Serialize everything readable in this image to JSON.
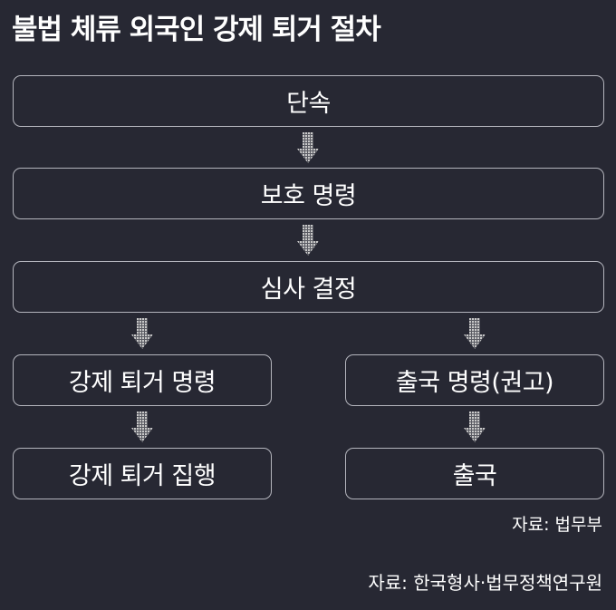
{
  "title": "불법 체류 외국인 강제 퇴거 절차",
  "steps": {
    "crackdown": "단속",
    "protection_order": "보호 명령",
    "review_decision": "심사 결정",
    "deportation_order": "강제 퇴거 명령",
    "departure_order": "출국 명령(권고)",
    "deportation_execution": "강제 퇴거 집행",
    "departure": "출국"
  },
  "sources": {
    "data_source": "자료: 법무부",
    "credit": "자료: 한국형사·법무정책연구원"
  },
  "colors": {
    "background": "#272833",
    "box_border": "#b4b5bd",
    "arrow": "#b3b3b3",
    "text": "#ffffff"
  }
}
